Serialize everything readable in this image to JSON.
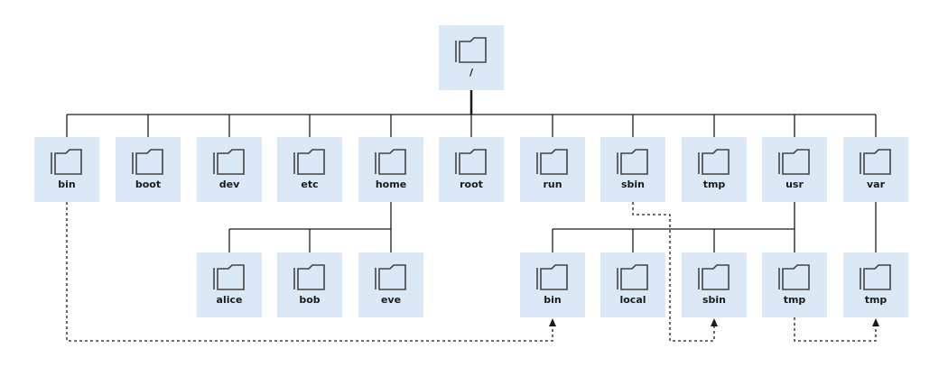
{
  "nodes": {
    "root_dir": "/",
    "bin": "bin",
    "boot": "boot",
    "dev": "dev",
    "etc": "etc",
    "home": "home",
    "root": "root",
    "run": "run",
    "sbin": "sbin",
    "tmp": "tmp",
    "usr": "usr",
    "var": "var",
    "alice": "alice",
    "bob": "bob",
    "eve": "eve",
    "usr_bin": "bin",
    "usr_local": "local",
    "usr_sbin": "sbin",
    "usr_tmp": "tmp",
    "var_tmp": "tmp"
  },
  "colors": {
    "node_fill": "#dbe8f6",
    "line": "#1b1b1b",
    "icon": "#444444"
  },
  "icon": "folder-icon"
}
